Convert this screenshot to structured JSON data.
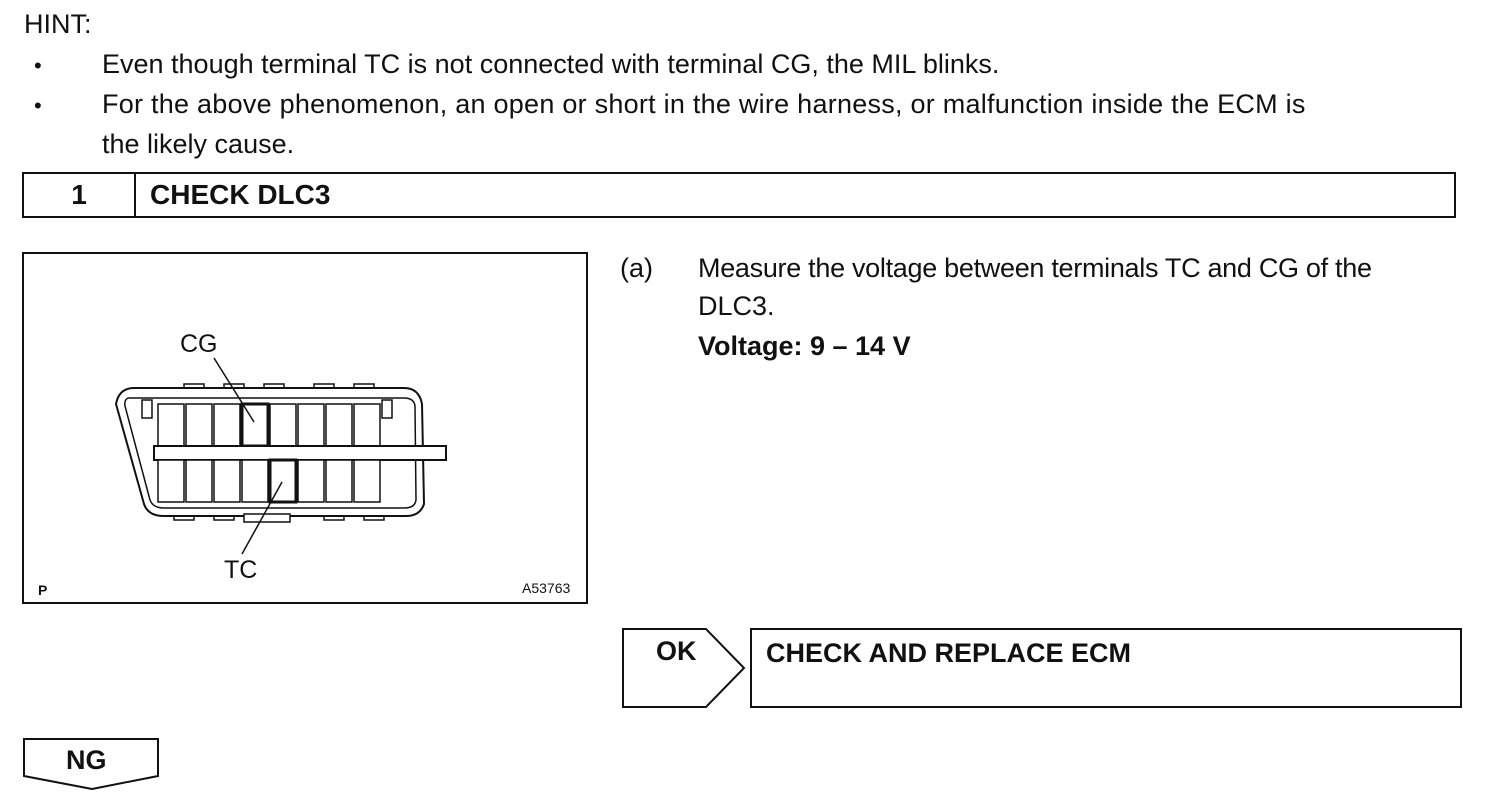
{
  "hint": {
    "label": "HINT:",
    "bullet_glyph": "•",
    "items": [
      {
        "text": "Even though terminal TC is not connected with terminal CG, the MIL blinks."
      },
      {
        "text_line1": "For the above phenomenon, an open or short in the wire harness, or malfunction inside the ECM is",
        "text_line2": "the likely cause."
      }
    ]
  },
  "step": {
    "number": "1",
    "title": "CHECK DLC3"
  },
  "figure": {
    "label_cg": "CG",
    "label_tc": "TC",
    "corner_mark": "P",
    "figure_code": "A53763"
  },
  "instruction": {
    "marker": "(a)",
    "line1": "Measure the voltage between terminals TC and CG of the",
    "line2": "DLC3.",
    "spec": "Voltage: 9 – 14 V"
  },
  "results": {
    "ok": {
      "tab": "OK",
      "action": "CHECK AND REPLACE ECM"
    },
    "ng": {
      "tab": "NG"
    }
  }
}
